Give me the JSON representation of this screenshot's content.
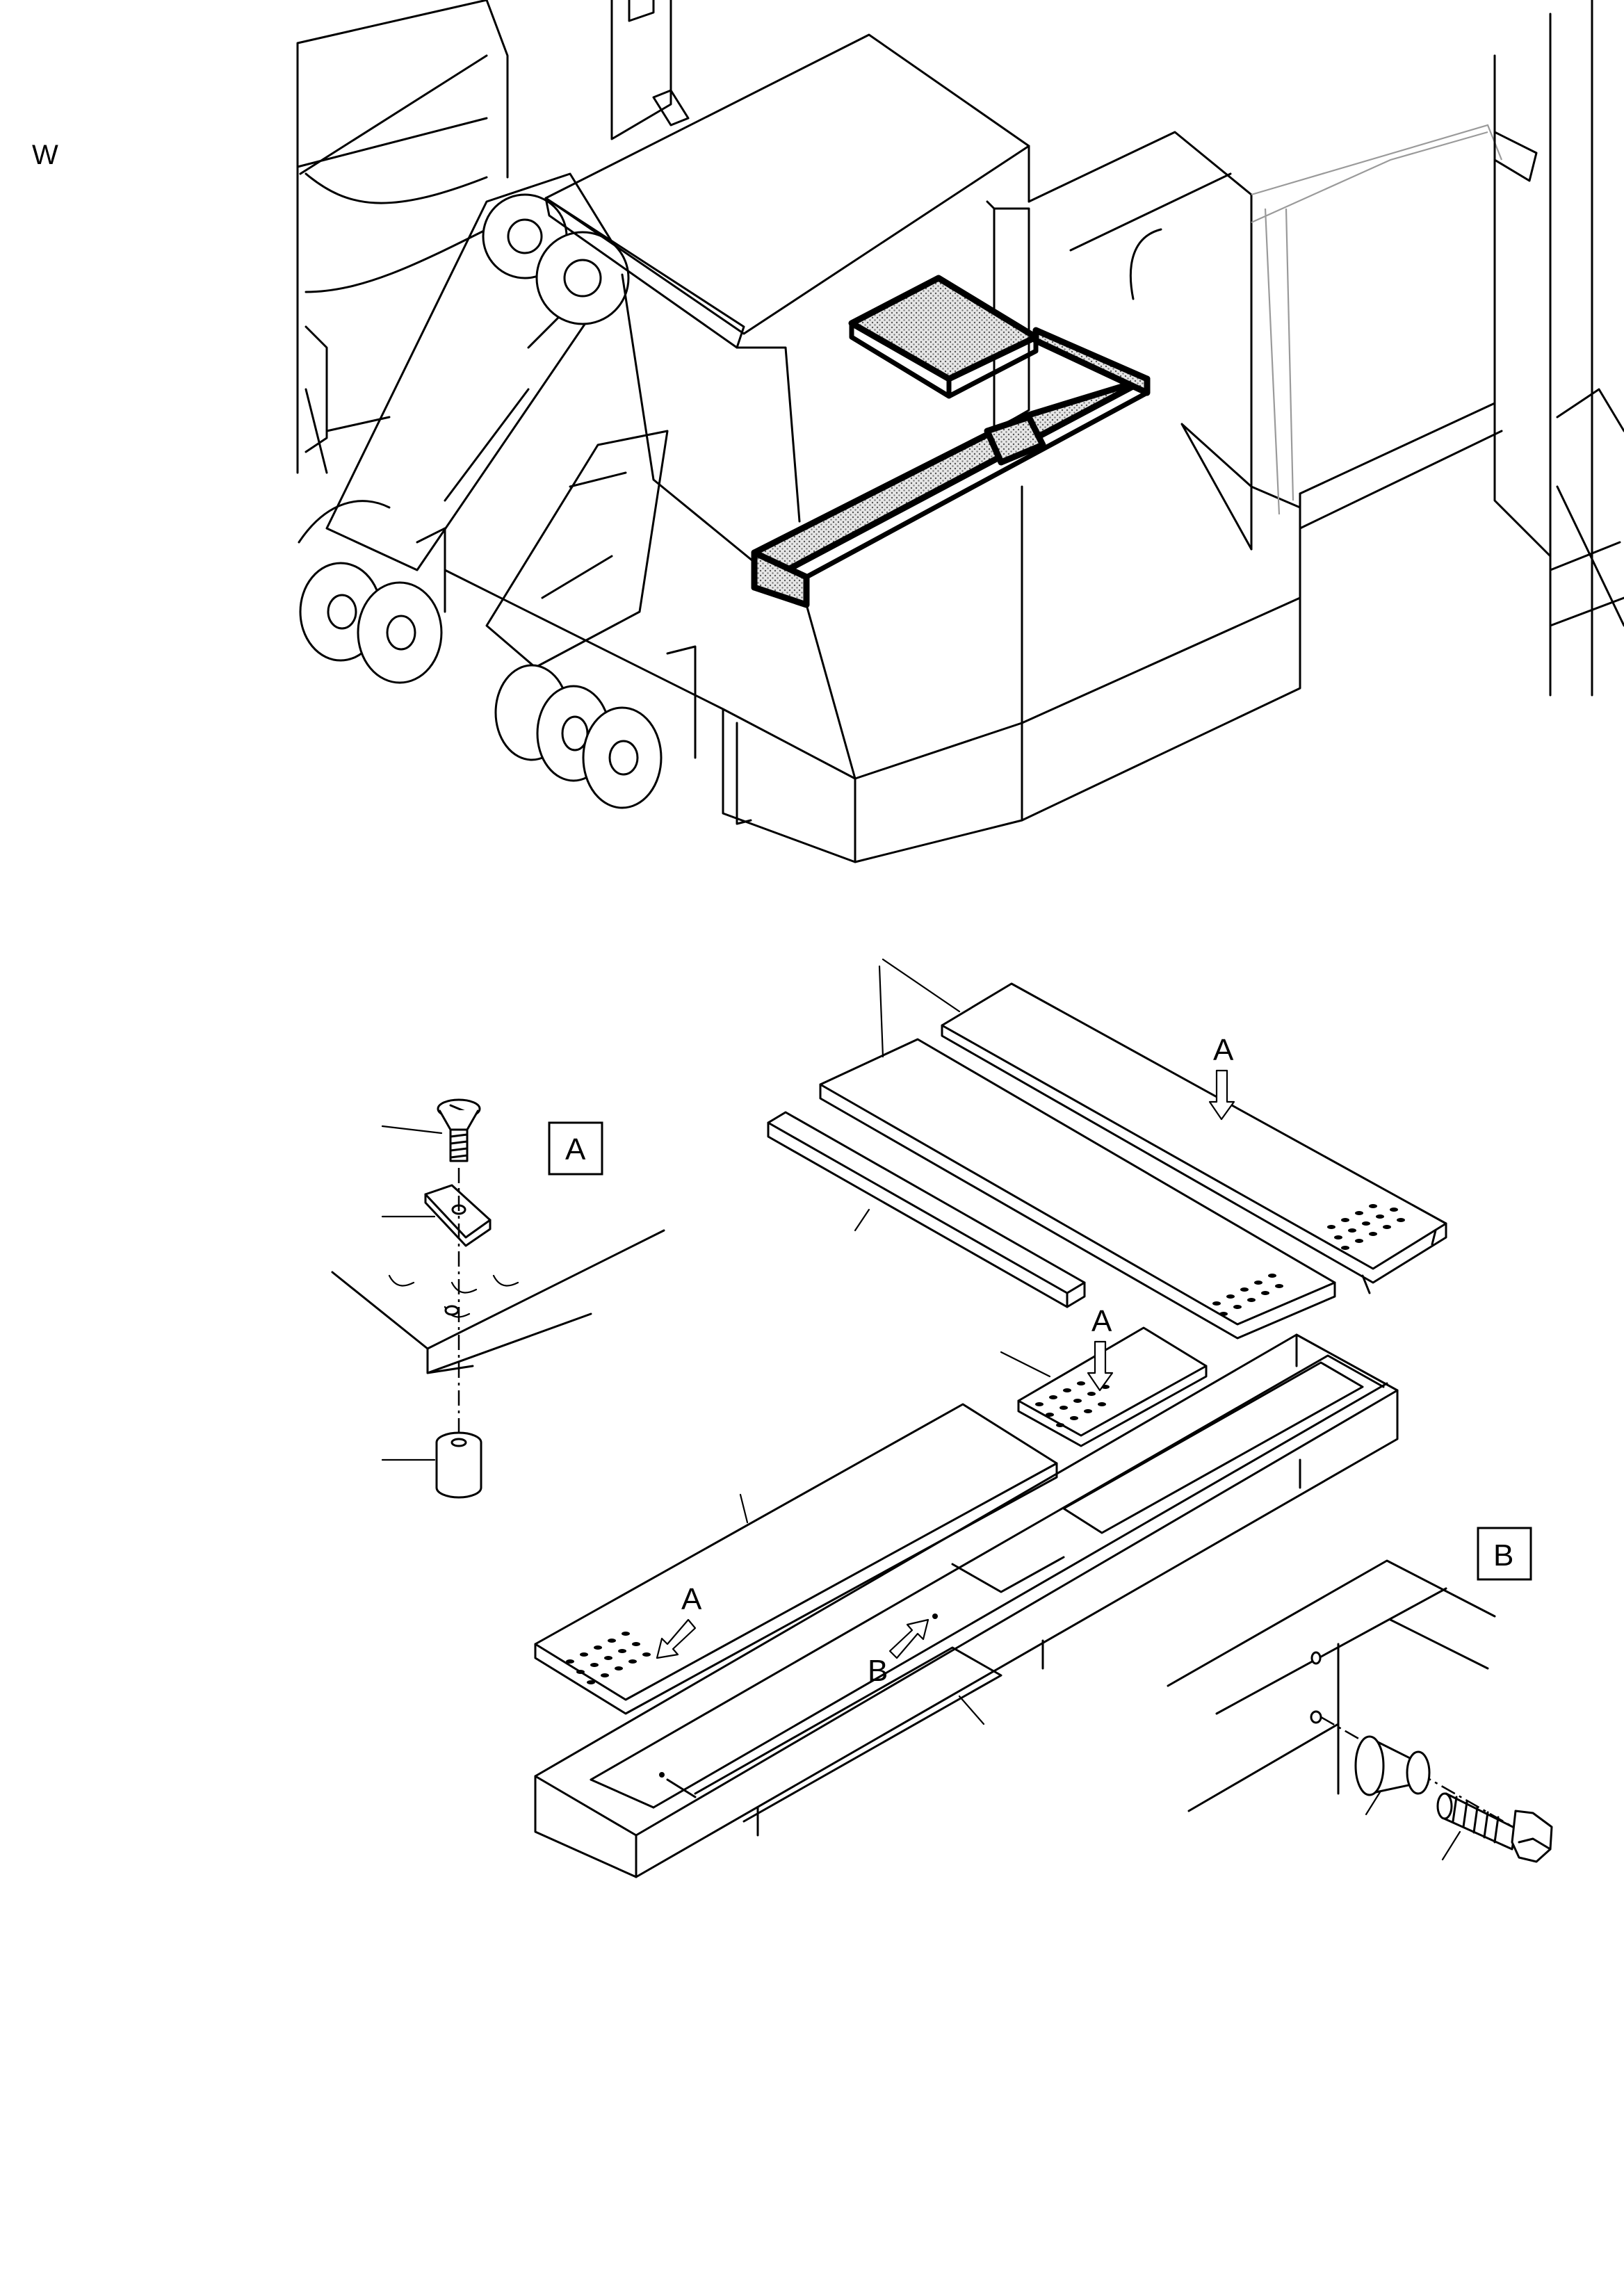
{
  "page_id": "W",
  "detail_box_a": "A",
  "detail_box_b": "B",
  "view_arrows": {
    "upper_panel": "A",
    "small_panel": "A",
    "lower_panel": "A",
    "frame": "B"
  }
}
